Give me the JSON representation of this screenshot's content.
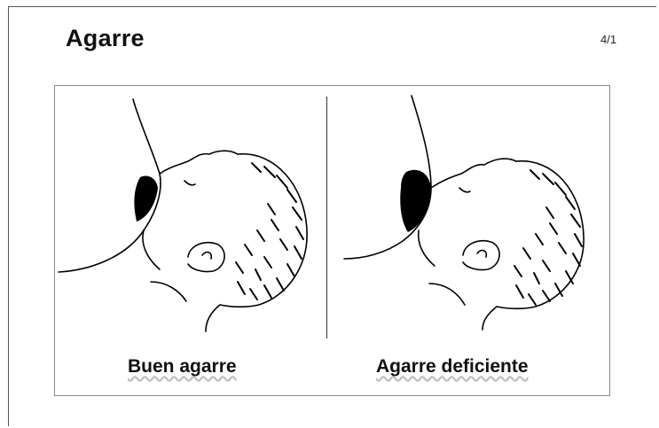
{
  "slide": {
    "title": "Agarre",
    "page_number": "4/1"
  },
  "panels": [
    {
      "caption": "Buen agarre",
      "illustration_icon": "breastfeeding-good-latch-illustration"
    },
    {
      "caption": "Agarre deficiente",
      "illustration_icon": "breastfeeding-poor-latch-illustration"
    }
  ]
}
